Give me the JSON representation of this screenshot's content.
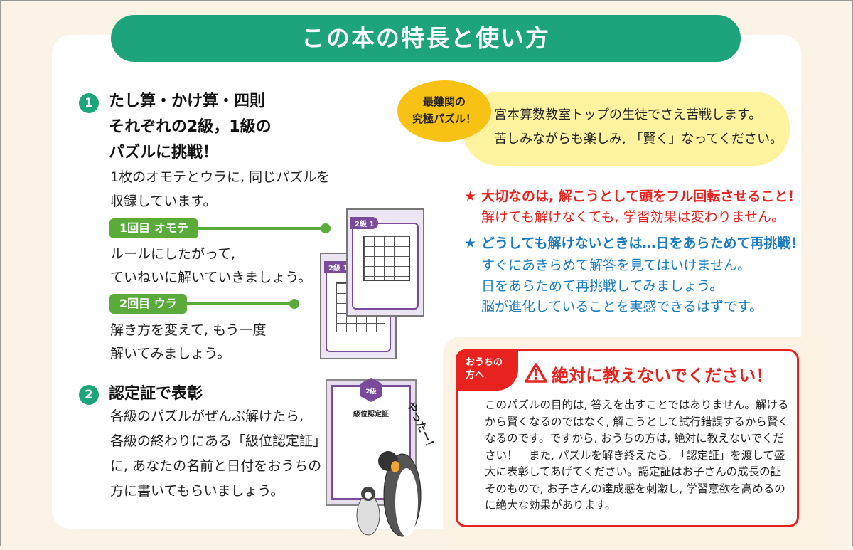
{
  "title": "この本の特長と使い方",
  "section1": {
    "number": "1",
    "heading": [
      "たし算・かけ算・四則",
      "それぞれの2級，1級の",
      "パズルに挑戦！"
    ],
    "body": [
      "1枚のオモテとウラに, 同じパズルを",
      "収録しています。"
    ],
    "tag1": "1回目 オモテ",
    "tag1_body": [
      "ルールにしたがって,",
      "ていねいに解いていきましょう。"
    ],
    "tag2": "2回目 ウラ",
    "tag2_body": [
      "解き方を変えて, もう一度",
      "解いてみましょう。"
    ],
    "sheet_label": "2級 1"
  },
  "section2": {
    "number": "2",
    "heading": "認定証で表彰",
    "body": [
      "各級のパズルがぜんぶ解けたら,",
      "各級の終わりにある「級位認定証」",
      "に, あなたの名前と日付をおうちの",
      "方に書いてもらいましょう。"
    ],
    "cert_badge": "2級",
    "cert_title": "級位認定証",
    "penguin_speech": "やったー！"
  },
  "bubble": {
    "tag": [
      "最難関の",
      "究極パズル！"
    ],
    "lines": [
      "宮本算数教室トップの生徒でさえ苦戦します。",
      "苦しみながらも楽しみ, 「賢く」なってください。"
    ]
  },
  "points": [
    {
      "star": "★",
      "head": "大切なのは, 解こうとして頭をフル回転させること！",
      "lines": [
        "解けても解けなくても, 学習効果は変わりません。"
      ]
    },
    {
      "star": "★",
      "head": "どうしても解けないときは…日をあらためて再挑戦！",
      "lines": [
        "すぐにあきらめて解答を見てはいけません。",
        "日をあらためて再挑戦してみましょう。",
        "脳が進化していることを実感できるはずです。"
      ]
    }
  ],
  "warning": {
    "tag": [
      "おうちの",
      "方へ"
    ],
    "icon": "warning-icon",
    "title": "絶対に教えないでください！",
    "body": "このパズルの目的は, 答えを出すことではありません。解けるから賢くなるのではなく, 解こうとして試行錯誤するから賢くなるのです。ですから, おうちの方は, 絶対に教えないでください！　また, パズルを解き終えたら, 「認定証」を渡して盛大に表彰してあげてください。認定証はお子さんの成長の証そのもので, お子さんの達成感を刺激し, 学習意欲を高めるのに絶大な効果があります。"
  },
  "colors": {
    "green": "#1ea47a",
    "leaf": "#5aab3a",
    "red": "#e8231f",
    "blue": "#1a7bc0",
    "yellow": "#f7c214",
    "purple": "#7a4a9b"
  }
}
